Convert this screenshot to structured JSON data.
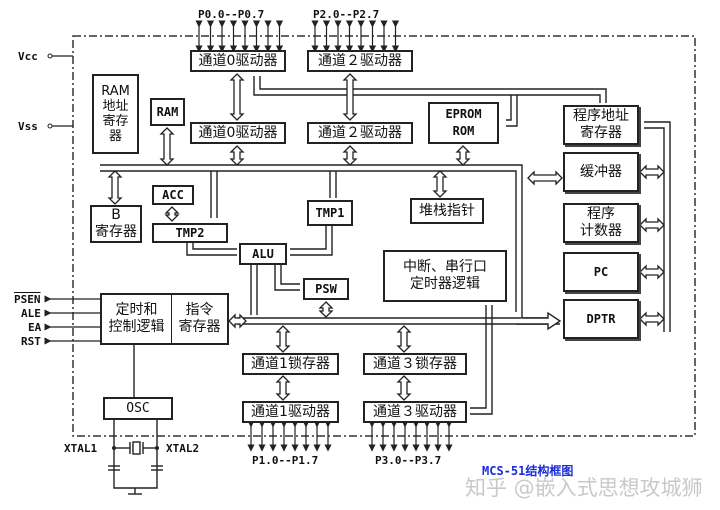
{
  "diagram": {
    "title": "MCS-51结构框图",
    "watermark": "知乎 @嵌入式思想攻城狮",
    "power_pins": {
      "vcc": "Vcc",
      "vss": "Vss"
    },
    "port_labels": {
      "p0": "P0.0--P0.7",
      "p2": "P2.0--P2.7",
      "p1": "P1.0--P1.7",
      "p3": "P3.0--P3.7"
    },
    "control_pins": [
      "PSEN",
      "ALE",
      "EA",
      "RST"
    ],
    "crystal_pins": {
      "xtal1": "XTAL1",
      "xtal2": "XTAL2"
    },
    "blocks": {
      "p0_driver_top": "通道0驱动器",
      "p2_driver_top": "通道２驱动器",
      "p0_driver_bottom": "通道0驱动器",
      "p2_driver_bottom": "通道２驱动器",
      "ram_addr_reg": "RAM\n地址\n寄存\n器",
      "ram": "RAM",
      "eprom_rom": "EPROM\nROM",
      "program_addr_reg": "程序地址\n寄存器",
      "buffer": "缓冲器",
      "program_counter_inc": "程序\n计数器",
      "pc": "PC",
      "dptr": "DPTR",
      "b_reg": "B\n寄存器",
      "acc": "ACC",
      "tmp2": "TMP2",
      "tmp1": "TMP1",
      "stack_pointer": "堆栈指针",
      "alu": "ALU",
      "psw": "PSW",
      "interrupt_logic": "中断、串行口\n定时器逻辑",
      "timing_control": "定时和\n控制逻辑",
      "instruction_reg": "指令\n寄存器",
      "osc": "OSC",
      "p1_latch": "通道1锁存器",
      "p3_latch": "通道３锁存器",
      "p1_driver": "通道1驱动器",
      "p3_driver": "通道３驱动器"
    }
  }
}
